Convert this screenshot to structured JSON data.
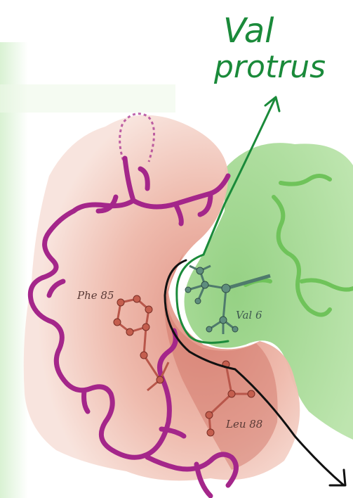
{
  "annotation": {
    "line1": "Val",
    "line2": "protrus"
  },
  "labels": {
    "phe": "Phe 85",
    "val": "Val 6",
    "leu": "Leu 88"
  },
  "colors": {
    "pink_pocket": "#e9a596",
    "pink_light": "#f6ddd5",
    "green_region": "#9fd68f",
    "magenta_chain": "#a4268a",
    "green_chain": "#6fc35a",
    "annotation_green": "#1a8a3a",
    "ink": "#111111",
    "residue_red": "#b8564a",
    "residue_teal": "#4f7a6c"
  }
}
